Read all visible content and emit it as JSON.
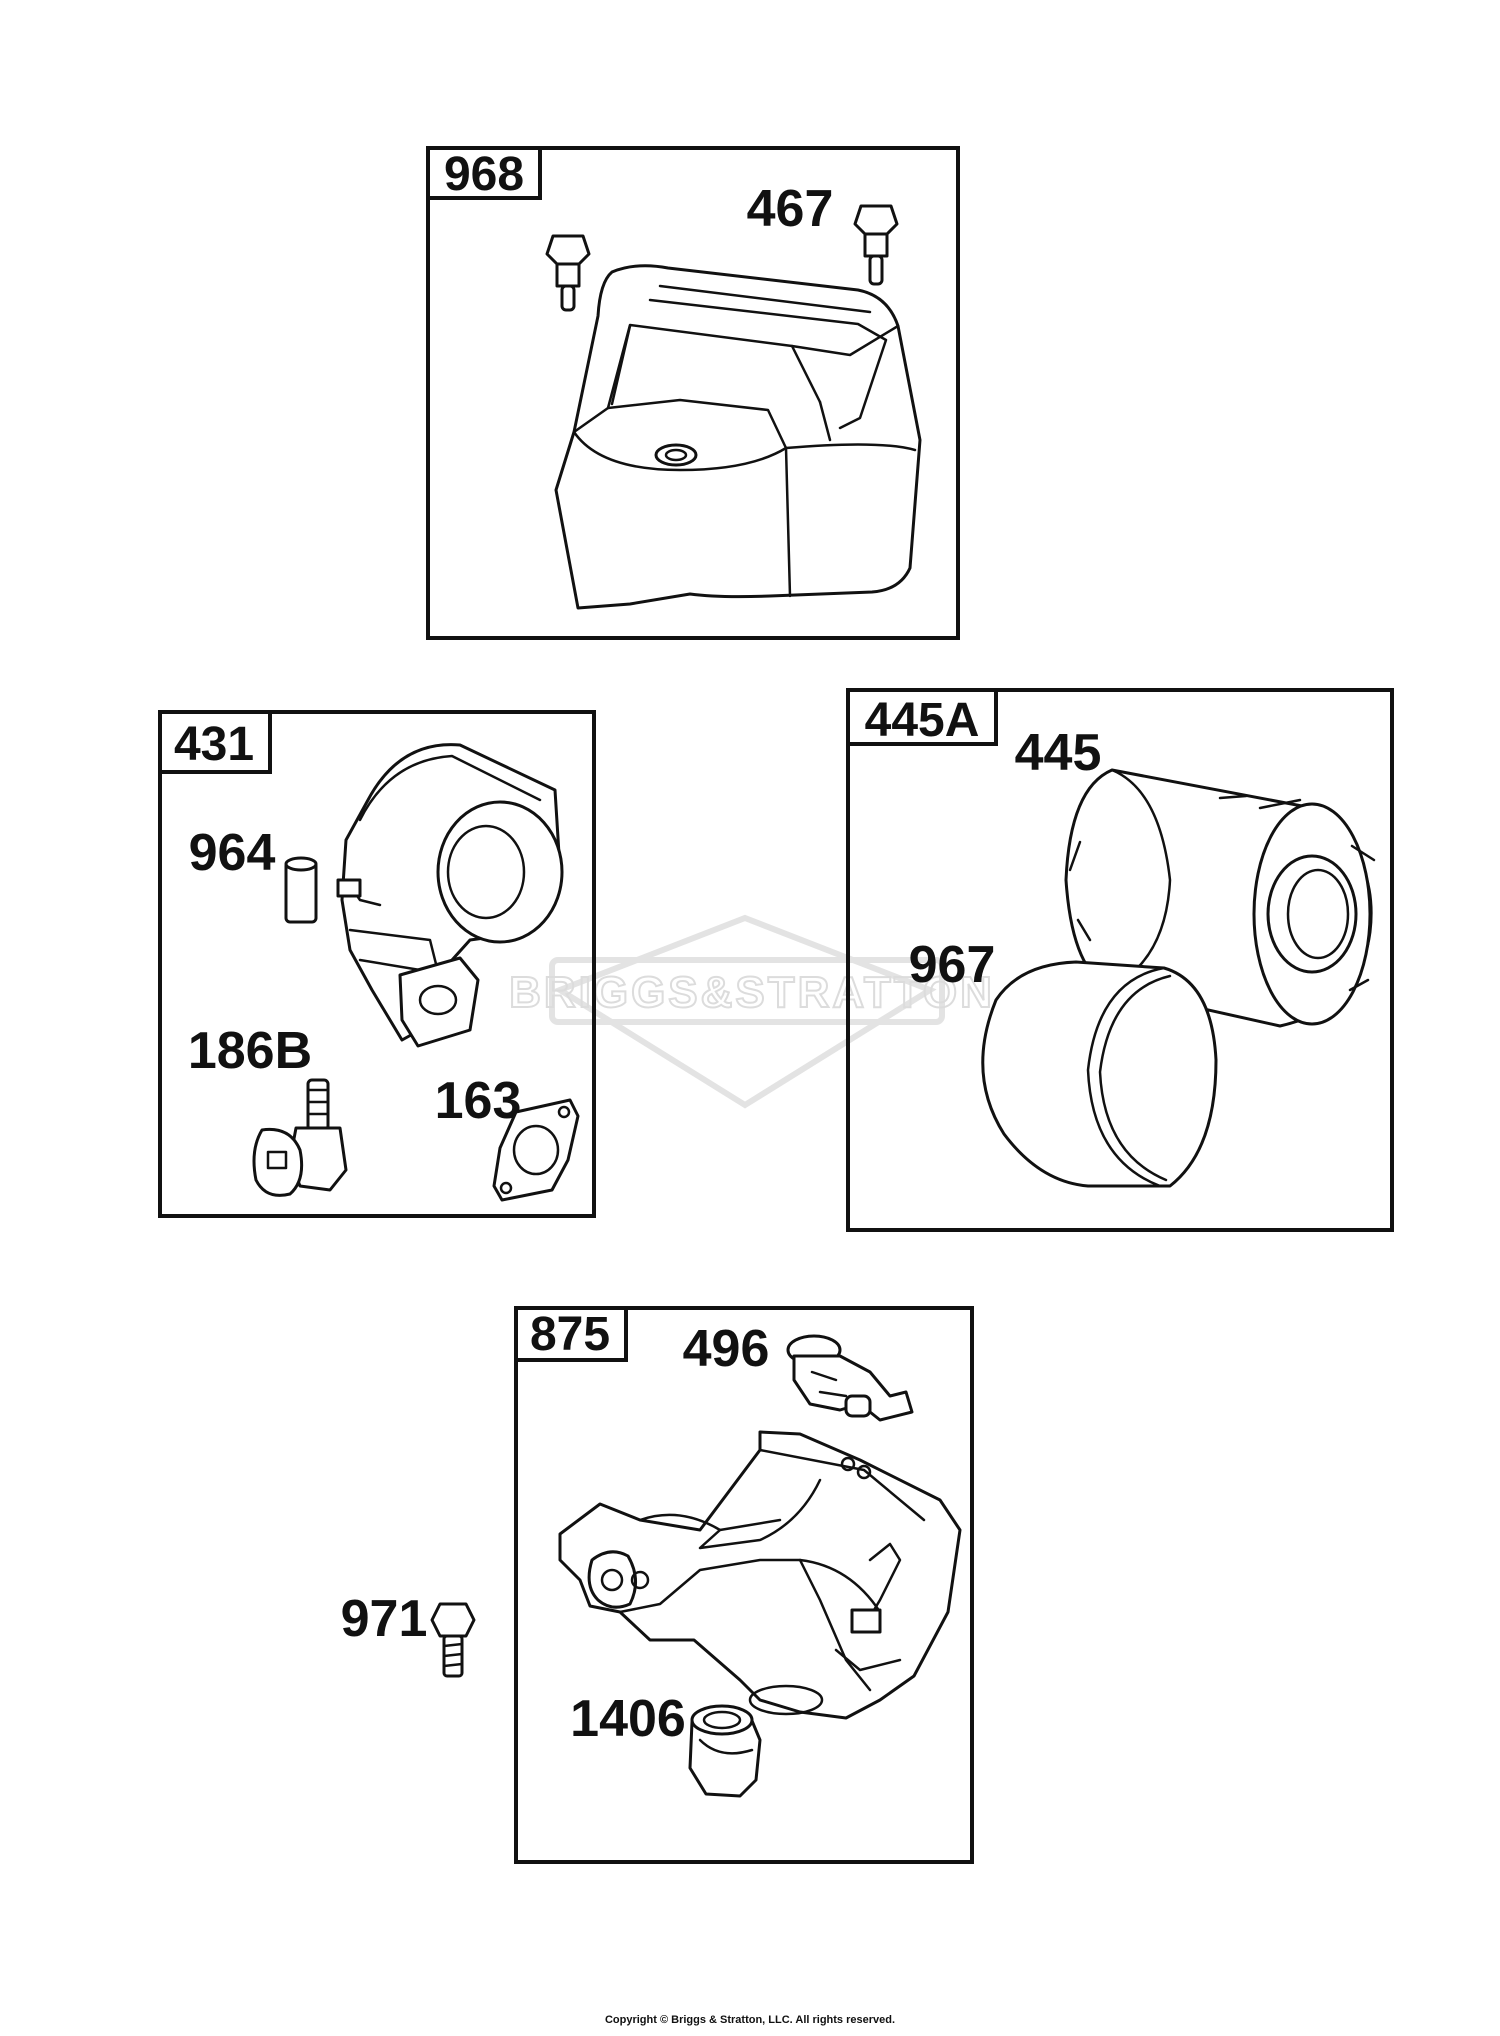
{
  "watermark": {
    "brand": "BRIGGS&STRATTON"
  },
  "copyright": "Copyright © Briggs & Stratton, LLC. All rights reserved.",
  "groups": [
    {
      "id": "968",
      "parts": [
        "467"
      ]
    },
    {
      "id": "431",
      "parts": [
        "964",
        "186B",
        "163"
      ]
    },
    {
      "id": "445A",
      "parts": [
        "445",
        "967"
      ]
    },
    {
      "id": "875",
      "parts": [
        "496",
        "971",
        "1406"
      ]
    }
  ]
}
